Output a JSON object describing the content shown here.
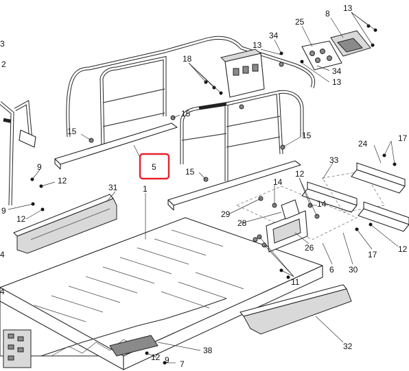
{
  "highlight": {
    "label": "5",
    "color": "#e8202a"
  },
  "callouts": [
    "8",
    "13",
    "25",
    "34",
    "13",
    "34",
    "13",
    "18",
    "2",
    "15",
    "15",
    "15",
    "15",
    "9",
    "12",
    "9",
    "12",
    "31",
    "1",
    "24",
    "17",
    "33",
    "12",
    "14",
    "14",
    "29",
    "28",
    "26",
    "6",
    "30",
    "17",
    "12",
    "11",
    "32",
    "38",
    "12",
    "9",
    "7",
    "4",
    "4",
    "3"
  ],
  "colors": {
    "line": "#222222",
    "fill_grey": "#8a8a8a",
    "background": "#ffffff"
  }
}
